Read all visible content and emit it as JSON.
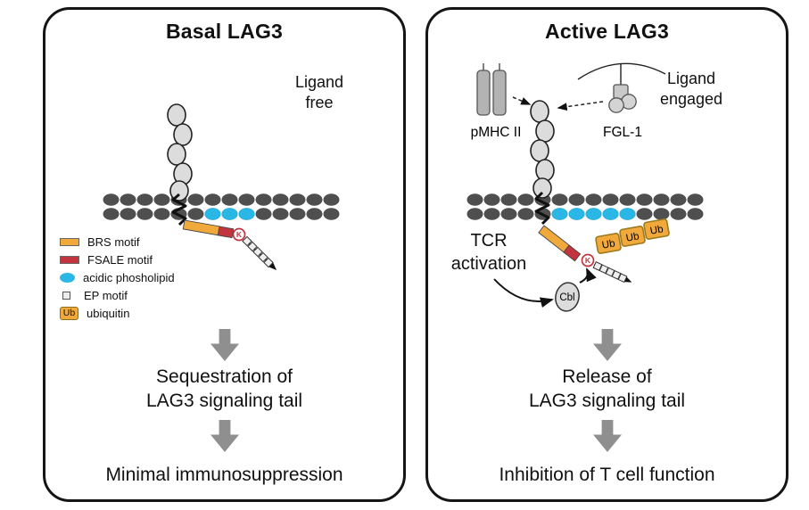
{
  "shared": {
    "ub_tag": "Ub",
    "lysine_tag": "K"
  },
  "basal_panel": {
    "title": "Basal LAG3",
    "ligand_status": "Ligand\nfree",
    "legend": [
      {
        "label": "BRS motif"
      },
      {
        "label": "FSALE motif"
      },
      {
        "label": "acidic phosholipid"
      },
      {
        "label": "EP motif"
      },
      {
        "label": "ubiquitin"
      }
    ],
    "step1": "Sequestration of\nLAG3 signaling tail",
    "step2": "Minimal immunosuppression"
  },
  "active_panel": {
    "title": "Active LAG3",
    "ligand_status": "Ligand\nengaged",
    "pmhc_label": "pMHC II",
    "fgl1_label": "FGL-1",
    "tcr_activation": "TCR\nactivation",
    "cbl_label": "Cbl",
    "step1": "Release of\nLAG3 signaling tail",
    "step2": "Inhibition of T cell function"
  },
  "colors": {
    "brs_motif_orange": "#F2A93B",
    "fsale_motif_red": "#C2353F",
    "phospholipid_cyan": "#2BB7E5",
    "membrane_gray": "#4F4F4F",
    "process_arrow_gray": "#8F8F8F"
  }
}
